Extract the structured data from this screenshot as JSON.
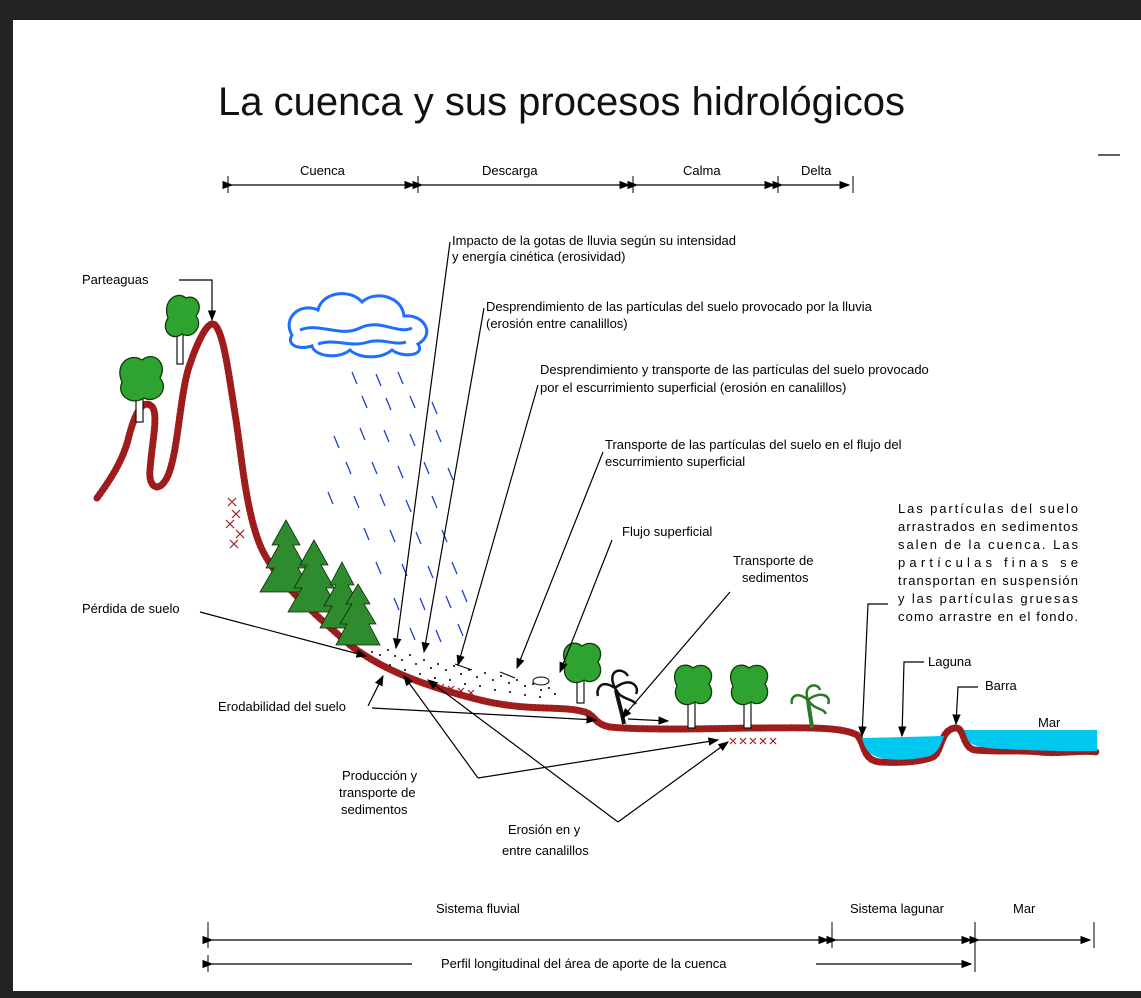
{
  "title": "La cuenca y sus procesos hidrológicos",
  "zones_top": [
    "Cuenca",
    "Descarga",
    "Calma",
    "Delta"
  ],
  "labels": {
    "parteaguas": "Parteaguas",
    "impacto_1": "Impacto de la gotas de lluvia según su intensidad",
    "impacto_2": "y energía cinética (erosividad)",
    "desprend_1": "Desprendimiento de las partículas del suelo provocado por la lluvia",
    "desprend_2": "(erosión entre canalillos)",
    "transp_esc_1": "Desprendimiento y transporte de las partículas del suelo provocado",
    "transp_esc_2": "por el escurrimiento superficial (erosión en canalillos)",
    "flujo_esc_1": "Transporte de las partículas del suelo en el flujo del",
    "flujo_esc_2": "escurrimiento superficial",
    "flujo_sup": "Flujo superficial",
    "transp_sed_1": "Transporte de",
    "transp_sed_2": "sedimentos",
    "perdida": "Pérdida de suelo",
    "erodabilidad": "Erodabilidad del suelo",
    "produccion_1": "Producción y",
    "produccion_2": "transporte de",
    "produccion_3": "sedimentos",
    "erosion_1": "Erosión en y",
    "erosion_2": "entre canalillos",
    "particulas": [
      "Las partículas del suelo",
      "arrastrados en sedimentos",
      "salen de la cuenca. Las",
      "partículas finas se",
      "transportan en suspensión",
      "y las partículas gruesas",
      "como arrastre en el fondo."
    ],
    "laguna": "Laguna",
    "barra": "Barra",
    "mar": "Mar"
  },
  "zones_bottom": [
    "Sistema fluvial",
    "Sistema lagunar",
    "Mar"
  ],
  "perfil": "Perfil longitudinal del área de aporte de la cuenca",
  "colors": {
    "rain": "#1f3fd0",
    "cloud": "#1e6fff",
    "ground": "#9e1c1c",
    "water": "#00c8ee",
    "tree": "#2fa32f"
  }
}
